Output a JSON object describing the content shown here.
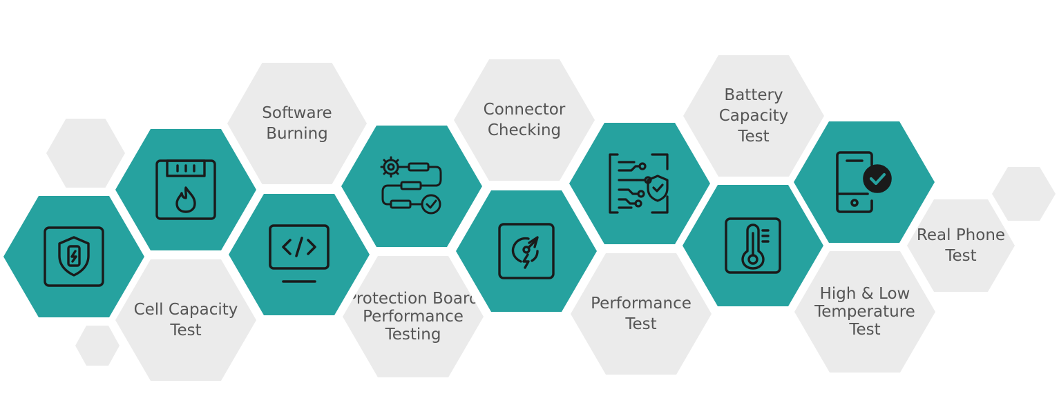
{
  "labels": {
    "software_burning": "Software\nBurning",
    "connector_checking": "Connector\nChecking",
    "battery_capacity_test": "Battery Capacity\nTest",
    "cell_capacity_test": "Cell Capacity\nTest",
    "protection_board_performance_testing": "Protection Board\nPerformance\nTesting",
    "performance_test": "Performance\nTest",
    "high_low_temperature_test": "High & Low\nTemperature\nTest",
    "real_phone_test": "Real Phone\nTest"
  },
  "icons": [
    "shield-phone-icon",
    "battery-fire-icon",
    "code-monitor-icon",
    "gear-flow-check-icon",
    "speedometer-bolt-icon",
    "circuit-shield-icon",
    "thermometer-icon",
    "tablet-check-icon"
  ],
  "colors": {
    "teal": "#26a29f",
    "gray": "#ebebeb",
    "text": "#555555",
    "icon": "#1a1a1a"
  }
}
